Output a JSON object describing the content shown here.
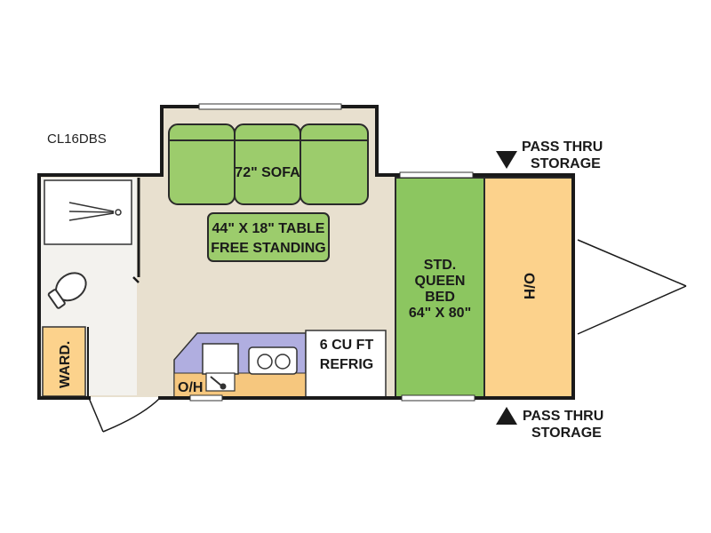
{
  "model": "CL16DBS",
  "labels": {
    "sofa": "72\" SOFA",
    "table_line1": "44\" X 18\" TABLE",
    "table_line2": "FREE STANDING",
    "bed_line1": "STD.",
    "bed_line2": "QUEEN",
    "bed_line3": "BED",
    "bed_line4": "64\" X 80\"",
    "overhead": "O/H",
    "refrig_line1": "6 CU FT",
    "refrig_line2": "REFRIG",
    "wardrobe": "WARD.",
    "counter_overhead": "O/H",
    "pass_thru_top_line1": "PASS THRU",
    "pass_thru_top_line2": "STORAGE",
    "pass_thru_bottom_line1": "PASS THRU",
    "pass_thru_bottom_line2": "STORAGE"
  },
  "colors": {
    "floor": "#e8e0cf",
    "sofa_green": "#9ccc6c",
    "bed_green": "#8cc660",
    "overhead_orange": "#fcd28c",
    "wardrobe_orange": "#fcd28c",
    "counter_purple": "#b0aee0",
    "counter_orange": "#f6c77e",
    "wall": "#1a1a1a"
  }
}
